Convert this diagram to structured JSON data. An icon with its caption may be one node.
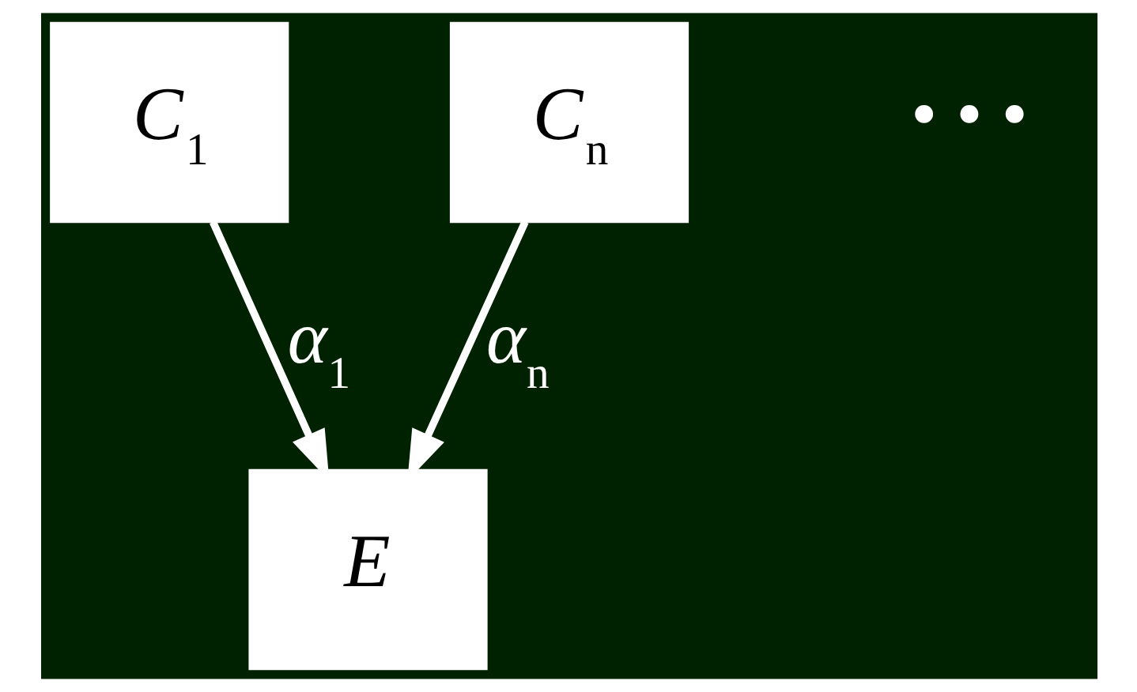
{
  "diagram": {
    "nodes": [
      {
        "text": [
          "C$_{1}$"
        ]
      },
      {
        "text": [
          "C$_{n}$"
        ]
      },
      {
        "text": [
          "E"
        ]
      }
    ],
    "edges": [
      {
        "from": 0,
        "to": 2,
        "arrow": "to",
        "label": "α$_{1}$"
      },
      {
        "from": 1,
        "to": 2,
        "arrow": "to",
        "label": "α$_{n}$"
      }
    ],
    "labels": [
      "• • •"
    ]
  }
}
